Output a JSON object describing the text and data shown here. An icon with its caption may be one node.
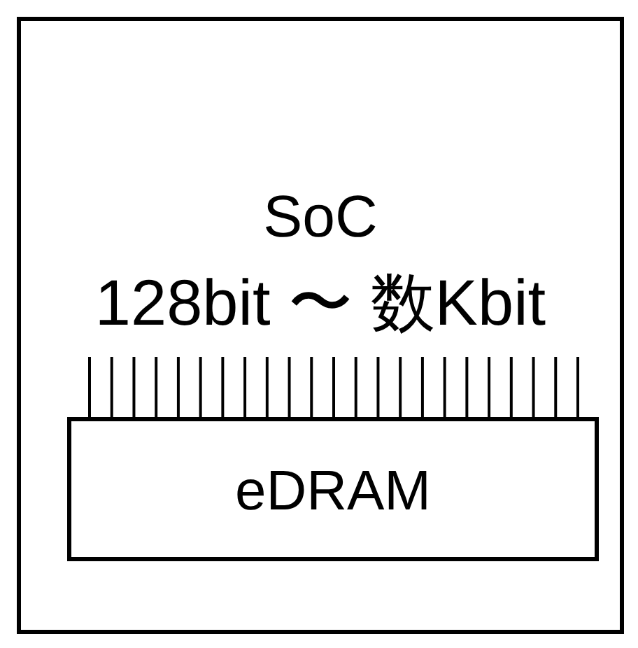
{
  "diagram": {
    "nodes": [
      {
        "text": [
          "SoC",
          "128bit 〜 数Kbit"
        ]
      },
      {
        "text": [
          "eDRAM"
        ],
        "in": 0
      }
    ]
  }
}
